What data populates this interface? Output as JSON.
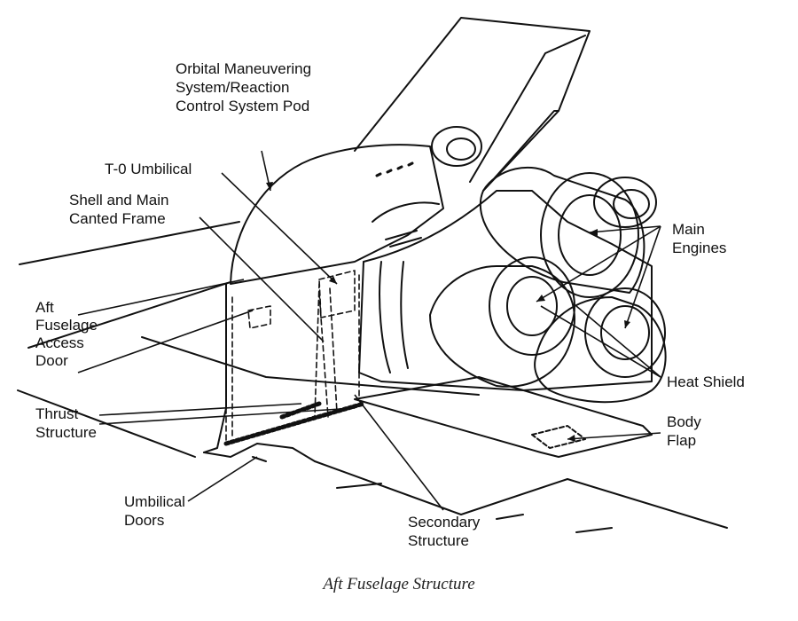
{
  "labels": {
    "oms_rcs_pod": [
      "Orbital Maneuvering",
      "System/Reaction",
      "Control System Pod"
    ],
    "to_umbilical": [
      "T-0 Umbilical"
    ],
    "shell_main_frame": [
      "Shell and Main",
      "Canted Frame"
    ],
    "aft_fuselage_access_door": [
      "Aft",
      "Fuselage",
      "Access",
      "Door"
    ],
    "thrust_structure": [
      "Thrust",
      "Structure"
    ],
    "umbilical_doors": [
      "Umbilical",
      "Doors"
    ],
    "secondary_structure": [
      "Secondary",
      "Structure"
    ],
    "main_engines": [
      "Main",
      "Engines"
    ],
    "heat_shield": [
      "Heat Shield"
    ],
    "body_flap": [
      "Body",
      "Flap"
    ]
  },
  "caption": "Aft Fuselage Structure"
}
